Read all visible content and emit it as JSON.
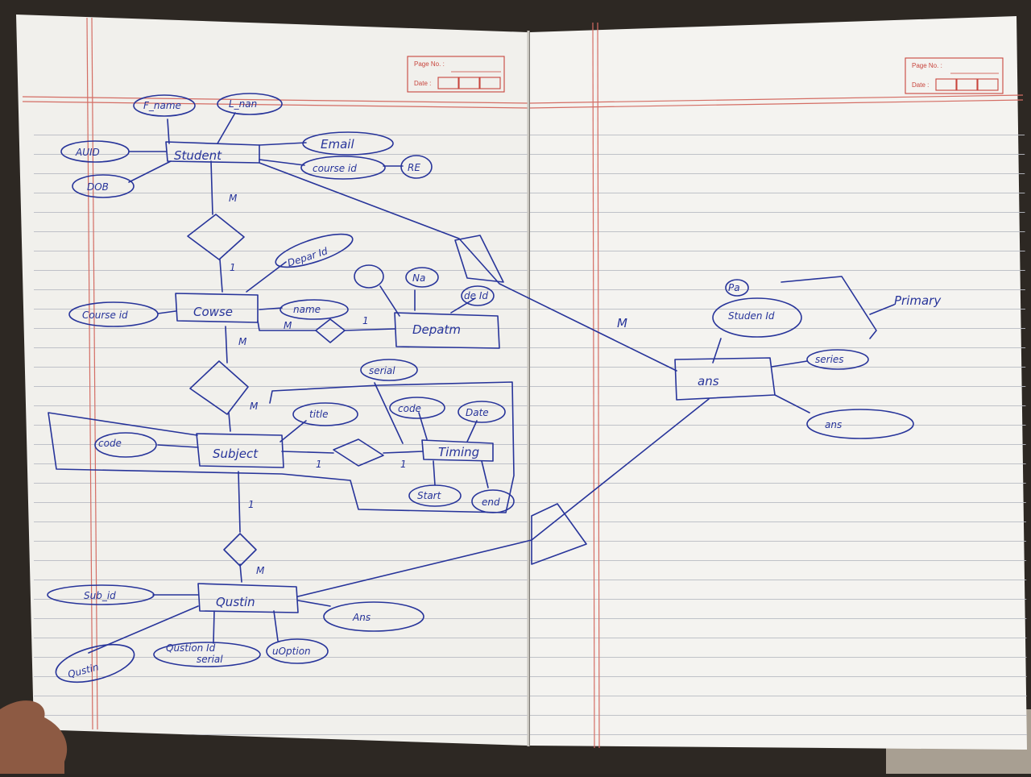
{
  "header": {
    "left": {
      "page_no_label": "Page No. :",
      "date_label": "Date :"
    },
    "right": {
      "page_no_label": "Page No. :",
      "date_label": "Date :"
    }
  },
  "entities": {
    "student": "Student",
    "course": "Cowse",
    "department": "Depatm",
    "subject": "Subject",
    "timing": "Timing",
    "question": "Qustin",
    "ans": "ans"
  },
  "attributes": {
    "f_name": "F_name",
    "l_name": "L_nan",
    "email": "Email",
    "course_id_student": "course id",
    "re": "RE",
    "auid": "AUID",
    "dob": "DOB",
    "depart_id": "Depar Id",
    "course_id": "Course id",
    "course_name": "name",
    "dept_a": "Na",
    "dept_id": "de Id",
    "serial_timing": "serial",
    "title": "title",
    "code_timing": "code",
    "date": "Date",
    "code_subject": "code",
    "start": "Start",
    "end": "end",
    "sub_id": "Sub_id",
    "question_attr": "Qustin",
    "question_id": "Qustion Id",
    "question_serial": "serial",
    "option": "uOption",
    "ans_attr": "Ans",
    "ans_student_id": "Studen Id",
    "ans_pk": "Pa",
    "ans_series": "series",
    "ans_ans": "ans",
    "primary_note": "Primary"
  },
  "cardinalities": {
    "student_course_m": "M",
    "student_course_1": "1",
    "course_dept_m": "M",
    "course_dept_1": "1",
    "course_subject_m": "M",
    "course_subject_m2": "M",
    "subject_timing_1a": "1",
    "subject_timing_1b": "1",
    "subject_question_1": "1",
    "subject_question_m": "M",
    "ans_m": "M"
  }
}
